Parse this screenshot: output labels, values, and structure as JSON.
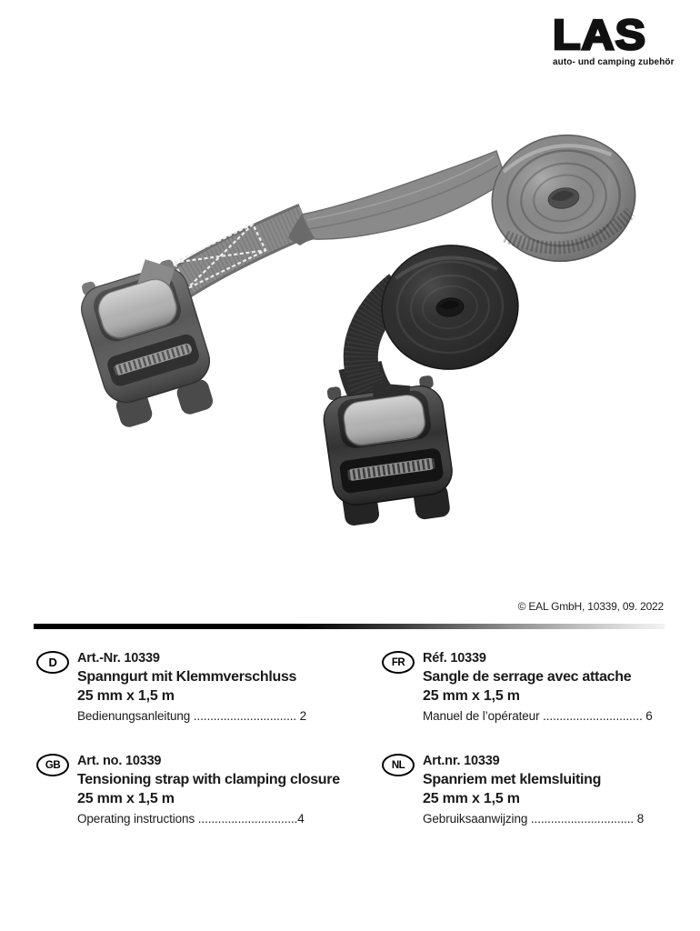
{
  "colors": {
    "text": "#1a1a1a",
    "strap_grey": "#8a8a8a",
    "coil_grey": "#8d8d8d",
    "strap_black": "#2d2d2d",
    "coil_black": "#2f2f2f",
    "buckle_grey": "#575757",
    "buckle_black": "#333333",
    "lever_silver": "#aeaeae",
    "stitch_white": "#ececec"
  },
  "logo": {
    "title": "LAS",
    "subtitle": "auto- und camping zubehör"
  },
  "imprint": {
    "copyright": "© EAL GmbH, 10339, 09. 2022"
  },
  "product_image": {
    "alt": "Two tensioning straps with clamping closures, one grey and one black, each rolled into a coil"
  },
  "sections": [
    {
      "badge": "D",
      "art": "Art.-Nr. 10339",
      "name": "Spanngurt mit Klemmverschluss",
      "size": "25 mm x 1,5 m",
      "toc": "Bedienungsanleitung ............................... 2"
    },
    {
      "badge": "FR",
      "art": "Réf. 10339",
      "name": "Sangle de serrage avec attache",
      "size": "25 mm x 1,5 m",
      "toc": "Manuel de l’opérateur .............................. 6"
    },
    {
      "badge": "GB",
      "art": "Art. no. 10339",
      "name": "Tensioning strap with clamping closure",
      "size": "25 mm x 1,5 m",
      "toc": "Operating instructions ..............................4"
    },
    {
      "badge": "NL",
      "art": "Art.nr. 10339",
      "name": "Spanriem met klemsluiting",
      "size": "25 mm x 1,5 m",
      "toc": "Gebruiksaanwijzing ............................... 8"
    }
  ]
}
